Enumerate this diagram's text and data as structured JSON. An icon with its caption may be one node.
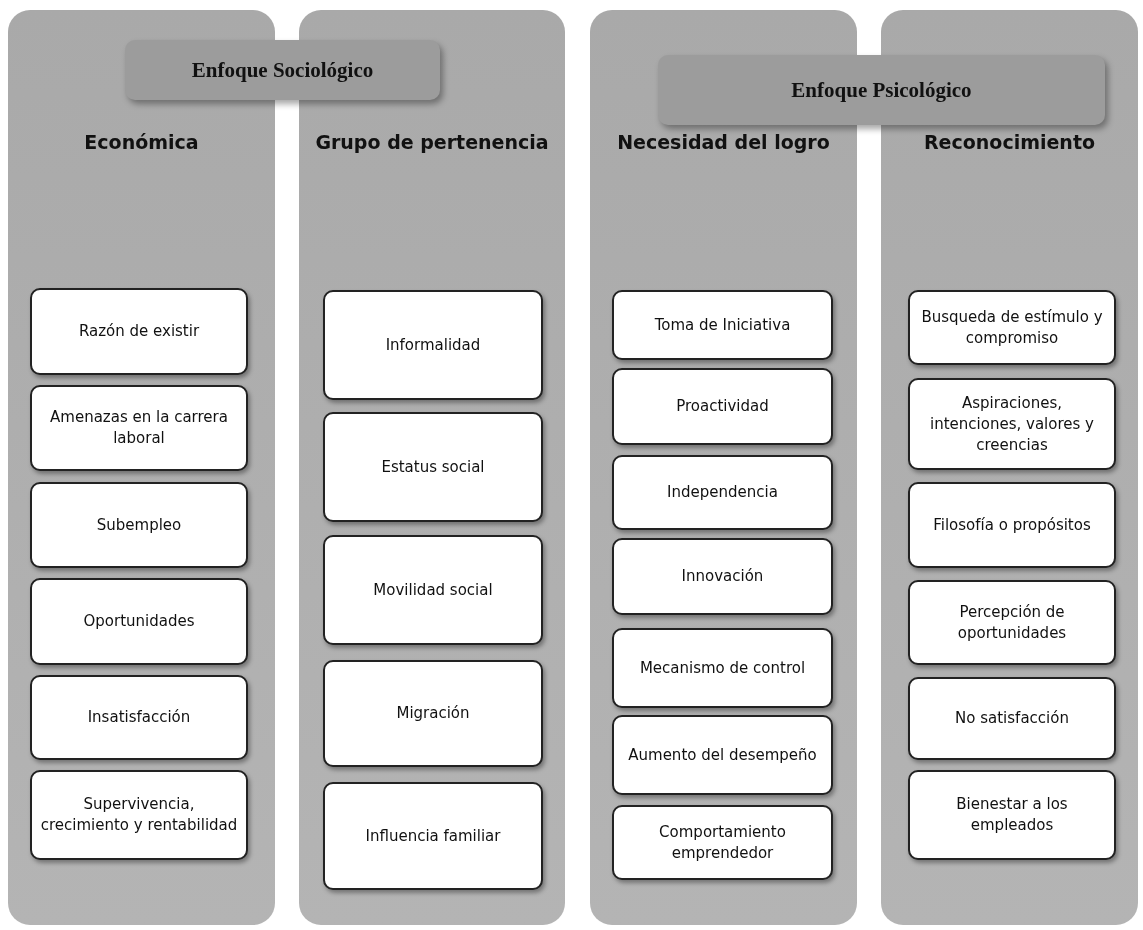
{
  "diagram": {
    "nodes": [
      {
        "text": [
          "Enfoque Sociológico"
        ]
      },
      {
        "text": [
          "Económica"
        ]
      },
      {
        "text": [
          "Razón de existir"
        ],
        "in": 1
      },
      {
        "text": [
          "Amenazas en la carrera laboral"
        ],
        "in": 1
      },
      {
        "text": [
          "Subempleo"
        ],
        "in": 1
      },
      {
        "text": [
          "Oportunidades"
        ],
        "in": 1
      },
      {
        "text": [
          "Insatisfacción"
        ],
        "in": 1
      },
      {
        "text": [
          "Supervivencia, crecimiento y rentabilidad"
        ],
        "in": 1
      },
      {
        "text": [
          "Grupo de pertenencia"
        ]
      },
      {
        "text": [
          "Informalidad"
        ],
        "in": 8
      },
      {
        "text": [
          "Estatus social"
        ],
        "in": 8
      },
      {
        "text": [
          "Movilidad social"
        ],
        "in": 8
      },
      {
        "text": [
          "Migración"
        ],
        "in": 8
      },
      {
        "text": [
          "Influencia familiar"
        ],
        "in": 8
      },
      {
        "text": [
          "Enfoque Psicológico"
        ]
      },
      {
        "text": [
          "Necesidad del logro"
        ]
      },
      {
        "text": [
          "Toma de Iniciativa"
        ],
        "in": 15
      },
      {
        "text": [
          "Proactividad"
        ],
        "in": 15
      },
      {
        "text": [
          "Independencia"
        ],
        "in": 15
      },
      {
        "text": [
          "Innovación"
        ],
        "in": 15
      },
      {
        "text": [
          "Mecanismo de control"
        ],
        "in": 15
      },
      {
        "text": [
          "Aumento del desempeño"
        ],
        "in": 15
      },
      {
        "text": [
          "Comportamiento emprendedor"
        ],
        "in": 15
      },
      {
        "text": [
          "Reconocimiento"
        ]
      },
      {
        "text": [
          "Busqueda de estímulo y compromiso"
        ],
        "in": 23
      },
      {
        "text": [
          "Aspiraciones, intenciones, valores y creencias"
        ],
        "in": 23
      },
      {
        "text": [
          "Filosofía o propósitos"
        ],
        "in": 23
      },
      {
        "text": [
          "Percepción de oportunidades"
        ],
        "in": 23
      },
      {
        "text": [
          "No satisfacción"
        ],
        "in": 23
      },
      {
        "text": [
          "Bienestar a los empleados"
        ],
        "in": 23
      }
    ],
    "edges": []
  }
}
